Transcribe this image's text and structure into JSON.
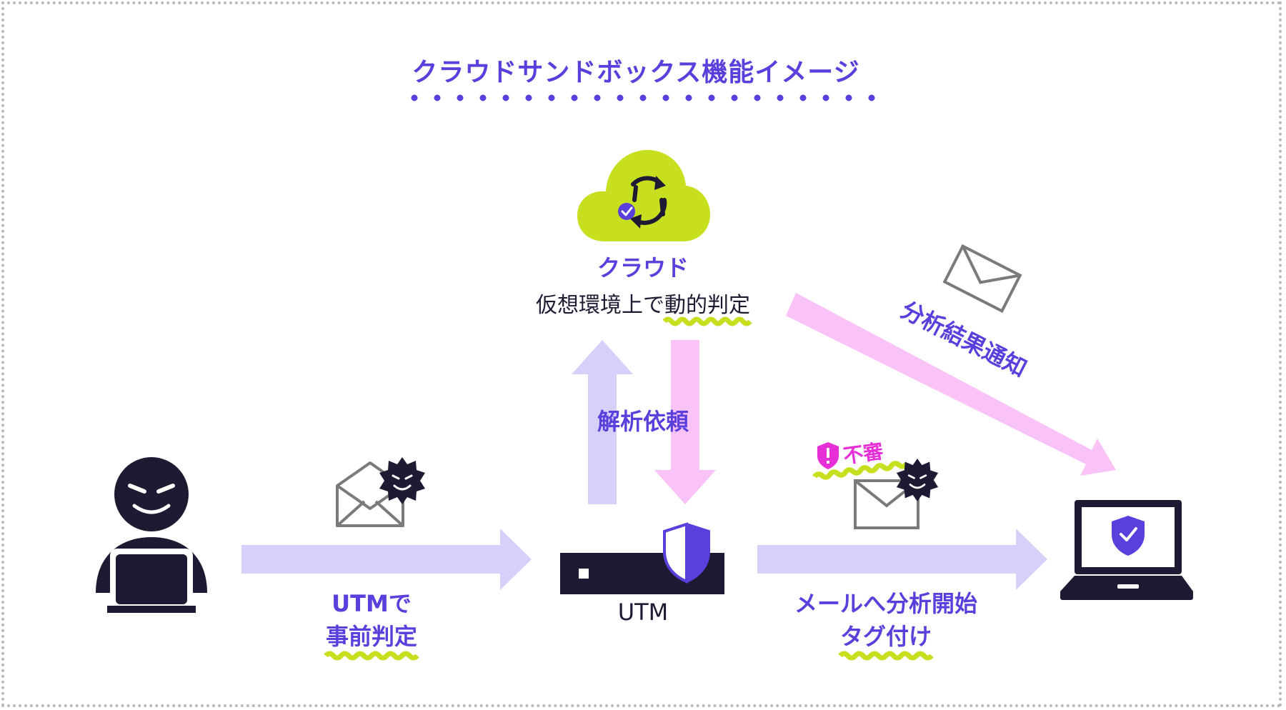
{
  "title": "クラウドサンドボックス機能イメージ",
  "cloud": {
    "heading": "クラウド",
    "desc_plain": "仮想環境上で",
    "desc_highlight": "動的判定"
  },
  "arrows": {
    "analysis_request": "解析依頼",
    "result_notify": "分析結果通知"
  },
  "utm": {
    "label": "UTM",
    "pre_check_line1": "UTMで",
    "pre_check_line2": "事前判定"
  },
  "mail_tag": {
    "line1": "メールへ分析開始",
    "line2": "タグ付け"
  },
  "suspicious_badge": "不審",
  "colors": {
    "accent_purple": "#5b3fdc",
    "light_purple": "#d8d0fb",
    "pink": "#f9c3f7",
    "lime": "#c8df1f",
    "dark": "#1f1a33",
    "magenta": "#e62fd6"
  }
}
